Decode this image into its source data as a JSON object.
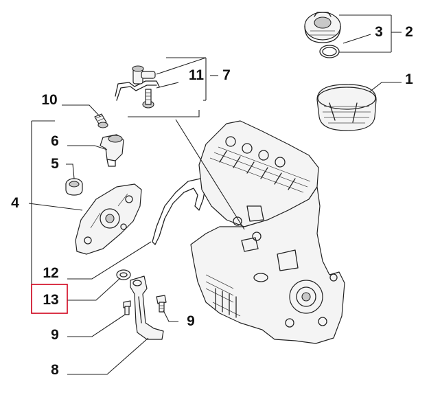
{
  "diagram": {
    "callouts": {
      "c1": "1",
      "c2": "2",
      "c3": "3",
      "c4": "4",
      "c5": "5",
      "c6": "6",
      "c7": "7",
      "c8": "8",
      "c9a": "9",
      "c9b": "9",
      "c10": "10",
      "c11": "11",
      "c12": "12",
      "c13": "13"
    },
    "highlight": {
      "callout": "13",
      "color": "#d0021b"
    },
    "line_color": "#222222",
    "parts": [
      "oil-filler-cap",
      "cap-seal-ring",
      "engine-cover",
      "breather-pipe",
      "pipe-bolt",
      "bolt",
      "sensor",
      "bushing",
      "oil-pump",
      "gasket",
      "seal",
      "dipstick-tube",
      "tube-bolt",
      "engine-block"
    ]
  }
}
